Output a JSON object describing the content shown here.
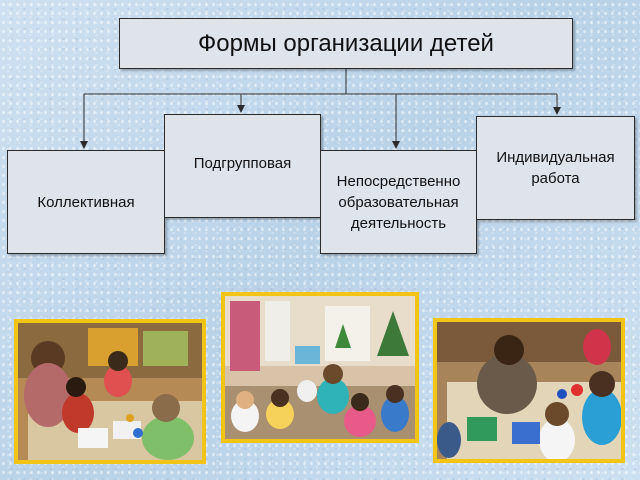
{
  "title": "Формы организации детей",
  "forms": [
    {
      "label": "Коллективная"
    },
    {
      "label": "Подгрупповая"
    },
    {
      "label": "Непосредственно\nобразовательная\nдеятельность"
    },
    {
      "label": "Индивидуальная\nработа"
    }
  ],
  "colors": {
    "box_fill": "#dfe3ea",
    "box_border": "#2b2b2b",
    "photo_frame": "#f2c416",
    "background": "#c4d9ec"
  }
}
